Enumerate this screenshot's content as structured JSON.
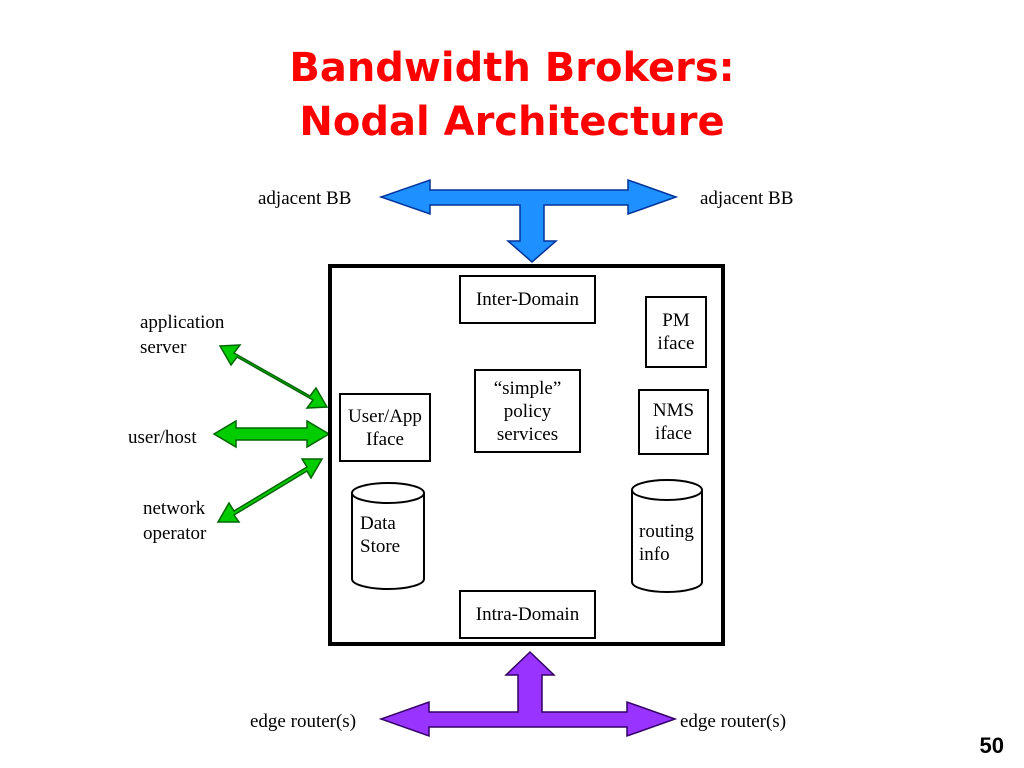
{
  "title": {
    "line1": "Bandwidth Brokers:",
    "line2": "Nodal Architecture"
  },
  "top_labels": {
    "left": "adjacent BB",
    "right": "adjacent BB"
  },
  "bottom_labels": {
    "left": "edge router(s)",
    "right": "edge router(s)"
  },
  "left_labels": {
    "application_server_line1": "application",
    "application_server_line2": "server",
    "user_host": "user/host",
    "network_operator_line1": "network",
    "network_operator_line2": "operator"
  },
  "components": {
    "inter_domain": "Inter-Domain",
    "intra_domain": "Intra-Domain",
    "pm_iface_line1": "PM",
    "pm_iface_line2": "iface",
    "nms_iface_line1": "NMS",
    "nms_iface_line2": "iface",
    "user_app_iface_line1": "User/App",
    "user_app_iface_line2": "Iface",
    "policy_line1": "“simple”",
    "policy_line2": "policy",
    "policy_line3": "services",
    "data_store_line1": "Data",
    "data_store_line2": "Store",
    "routing_info_line1": "routing",
    "routing_info_line2": "info"
  },
  "colors": {
    "title": "#ff0000",
    "top_arrow": "#1e90ff",
    "left_arrows": "#00cc00",
    "bottom_arrow": "#9933ff"
  },
  "page_number": "50"
}
